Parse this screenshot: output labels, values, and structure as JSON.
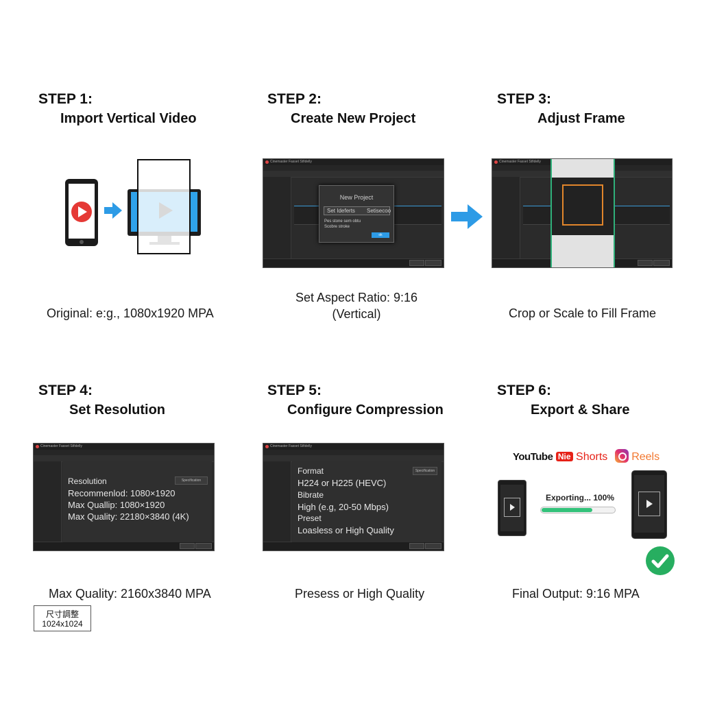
{
  "steps": [
    {
      "label": "STEP 1:",
      "title": "Import Vertical Video",
      "caption": "Original: e:g., 1080x1920 MPA"
    },
    {
      "label": "STEP 2:",
      "title": "Create New Project",
      "caption_line1": "Set Aspect Ratio: 9:16",
      "caption_line2": "(Vertical)",
      "dialog": {
        "title": "New Project",
        "field_label": "Set Ideferts",
        "field_value": "Setisecoo",
        "line1": "Pes stone sem obtu",
        "line2": "Scobre stroke",
        "ok": "ok"
      }
    },
    {
      "label": "STEP 3:",
      "title": "Adjust Frame",
      "caption": "Crop or Scale to Fill Frame"
    },
    {
      "label": "STEP 4:",
      "title": "Set Resolution",
      "caption": "Max Quality: 2160x3840 MPA",
      "panel": {
        "header": "Resolution",
        "button": "Specification",
        "line1": "Recommenlod: 1080×1920",
        "line2": "Max Quallip: 1080×1920",
        "line3": "Max Quality: 22180×3840 (4K)"
      }
    },
    {
      "label": "STEP 5:",
      "title": "Configure Compression",
      "caption": "Presess or High Quality",
      "panel": {
        "button": "Specification",
        "line1": "Format",
        "line2": "H224 or H225 (HEVC)",
        "line3": "Bibrate",
        "line4": "High (e.g, 20-50 Mbps)",
        "line5": "Preset",
        "line6": "Loasless or High Quality"
      }
    },
    {
      "label": "STEP 6:",
      "title": "Export & Share",
      "caption": "Final Output: 9:16 MPA",
      "exporting": "Exporting... 100%",
      "progress": 0.7,
      "brands": {
        "youtube": "YouTube",
        "yt_badge": "Nie",
        "shorts": "Shorts",
        "reels": "Reels"
      }
    }
  ],
  "window_title": "Cinemaster Fasset Stfidelly",
  "size_badge": {
    "line1": "尺寸調整",
    "line2": "1024x1024"
  },
  "colors": {
    "accent_blue": "#2d9be6",
    "crop_orange": "#e2862b",
    "frame_green": "#2fb07a",
    "youtube_red": "#e62117",
    "success_green": "#27ae60",
    "reels_orange": "#f2772f"
  }
}
